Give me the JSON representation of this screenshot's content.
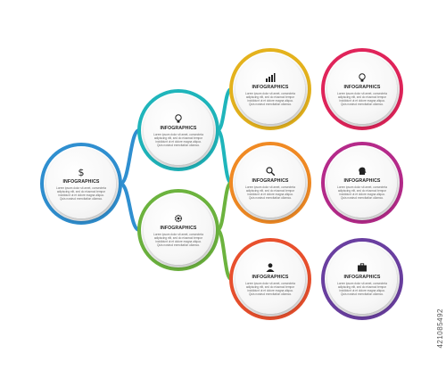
{
  "nodes": [
    {
      "id": "root",
      "title": "INFOGRAPHICS",
      "color": "#2f8fd0",
      "icon": "dollar-icon",
      "text": [
        "Lorem ipsum dolor sit amet, consectetur",
        "adipiscing elit, sed do eiusmod tempor",
        "incididunt ut et dolore magna aliqua.",
        "Quis nostrud exercitation ullamco."
      ]
    },
    {
      "id": "mid-top",
      "title": "INFOGRAPHICS",
      "color": "#1fb5bb",
      "icon": "lightbulb-icon",
      "text": [
        "Lorem ipsum dolor sit amet, consectetur",
        "adipiscing elit, sed do eiusmod tempor",
        "incididunt ut et dolore magna aliqua.",
        "Quis nostrud exercitation ullamco."
      ]
    },
    {
      "id": "mid-bottom",
      "title": "INFOGRAPHICS",
      "color": "#6cb33e",
      "icon": "gear-icon",
      "text": [
        "Lorem ipsum dolor sit amet, consectetur",
        "adipiscing elit, sed do eiusmod tempor",
        "incididunt ut et dolore magna aliqua.",
        "Quis nostrud exercitation ullamco."
      ]
    },
    {
      "id": "c3-1",
      "title": "INFOGRAPHICS",
      "color": "#e4b21d",
      "icon": "bar-chart-icon",
      "text": [
        "Lorem ipsum dolor sit amet, consectetur",
        "adipiscing elit, sed do eiusmod tempor",
        "incididunt ut et dolore magna aliqua.",
        "Quis nostrud exercitation ullamco."
      ]
    },
    {
      "id": "c3-2",
      "title": "INFOGRAPHICS",
      "color": "#f08a24",
      "icon": "search-icon",
      "text": [
        "Lorem ipsum dolor sit amet, consectetur",
        "adipiscing elit, sed do eiusmod tempor",
        "incididunt ut et dolore magna aliqua.",
        "Quis nostrud exercitation ullamco."
      ]
    },
    {
      "id": "c3-3",
      "title": "INFOGRAPHICS",
      "color": "#e8502d",
      "icon": "user-icon",
      "text": [
        "Lorem ipsum dolor sit amet, consectetur",
        "adipiscing elit, sed do eiusmod tempor",
        "incididunt ut et dolore magna aliqua.",
        "Quis nostrud exercitation ullamco."
      ]
    },
    {
      "id": "c4-1",
      "title": "INFOGRAPHICS",
      "color": "#e0245a",
      "icon": "lightbulb-icon",
      "text": [
        "Lorem ipsum dolor sit amet, consectetur",
        "adipiscing elit, sed do eiusmod tempor",
        "incididunt ut et dolore magna aliqua.",
        "Quis nostrud exercitation ullamco."
      ]
    },
    {
      "id": "c4-2",
      "title": "INFOGRAPHICS",
      "color": "#b52a8a",
      "icon": "head-icon",
      "text": [
        "Lorem ipsum dolor sit amet, consectetur",
        "adipiscing elit, sed do eiusmod tempor",
        "incididunt ut et dolore magna aliqua.",
        "Quis nostrud exercitation ullamco."
      ]
    },
    {
      "id": "c4-3",
      "title": "INFOGRAPHICS",
      "color": "#6a3fa0",
      "icon": "briefcase-icon",
      "text": [
        "Lorem ipsum dolor sit amet, consectetur",
        "adipiscing elit, sed do eiusmod tempor",
        "incididunt ut et dolore magna aliqua.",
        "Quis nostrud exercitation ullamco."
      ]
    }
  ],
  "connectors": [
    {
      "from": "root",
      "to": "mid-top"
    },
    {
      "from": "root",
      "to": "mid-bottom"
    },
    {
      "from": "mid-top",
      "to": "c3-1"
    },
    {
      "from": "mid-top",
      "to": "c3-2"
    },
    {
      "from": "mid-bottom",
      "to": "c3-2"
    },
    {
      "from": "mid-bottom",
      "to": "c3-3"
    }
  ],
  "watermark": "421085492"
}
